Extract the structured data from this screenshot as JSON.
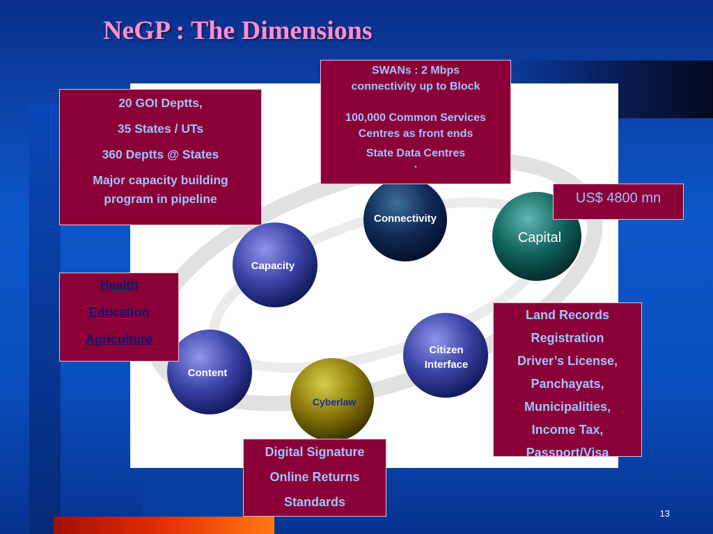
{
  "slide": {
    "title": "NeGP : The Dimensions",
    "page_number": "13"
  },
  "circles": {
    "connectivity": "Connectivity",
    "capital": "Capital",
    "capacity": "Capacity",
    "citizen_line1": "Citizen",
    "citizen_line2": "Interface",
    "content": "Content",
    "cyberlaw": "Cyberlaw"
  },
  "boxes": {
    "capacity": [
      "20 GOI Deptts,",
      "35 States / UTs",
      "360 Deptts @ States",
      "Major capacity building",
      "program in pipeline"
    ],
    "connectivity": [
      "SWANs : 2 Mbps",
      "connectivity up to Block",
      "100,000 Common Services",
      "Centres as front ends",
      "State Data Centres",
      "."
    ],
    "capital": "US$ 4800 mn",
    "content": [
      "Health",
      "Education",
      "Agriculture"
    ],
    "citizen": [
      "Land Records",
      "Registration",
      "Driver’s License,",
      "Panchayats,",
      "Municipalities,",
      "Income Tax,",
      "Passport/Visa"
    ],
    "cyberlaw": [
      "Digital Signature",
      "Online Returns",
      "Standards"
    ]
  },
  "colors": {
    "box_fill": "#8b0037",
    "title_pink": "#ff8fd0",
    "label_blue": "#9fc4ff"
  }
}
